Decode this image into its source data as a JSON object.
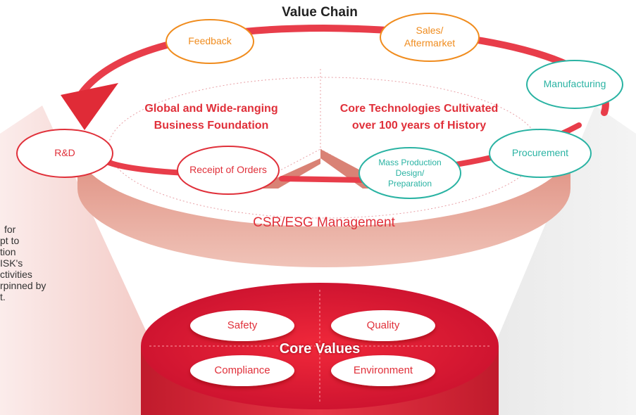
{
  "title": "Value Chain",
  "stages": {
    "feedback": "Feedback",
    "sales": [
      "Sales/",
      "Aftermarket"
    ],
    "manufacturing": "Manufacturing",
    "procurement": "Procurement",
    "mass_production": [
      "Mass Production",
      "Design/",
      "Preparation"
    ],
    "receipt": "Receipt of Orders",
    "rnd": "R&D"
  },
  "foundations": {
    "left": [
      "Global and Wide-ranging",
      "Business Foundation"
    ],
    "right": [
      "Core Technologies Cultivated",
      "over 100 years of History"
    ]
  },
  "management": "CSR/ESG Management",
  "core_values": {
    "title": "Core Values",
    "items": [
      "Safety",
      "Quality",
      "Compliance",
      "Environment"
    ]
  },
  "side_text": [
    "for",
    "pt to",
    "tion",
    "ISK's",
    "ctivities",
    "rpinned by",
    "t."
  ],
  "colors": {
    "red": "#e0303a",
    "orange": "#f08c1e",
    "teal": "#2ab3a3"
  }
}
